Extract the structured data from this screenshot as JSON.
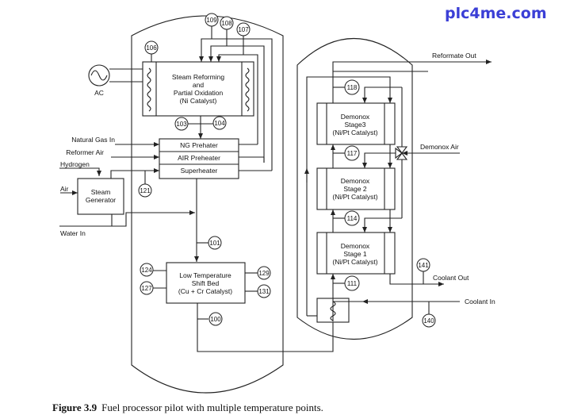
{
  "brand": "plc4me.com",
  "caption": {
    "figure_number": "Figure 3.9",
    "text": "Fuel processor pilot with multiple temperature points."
  },
  "components": {
    "reformer": [
      "Steam Reforming",
      "and",
      "Partial Oxidation",
      "(Ni Catalyst)"
    ],
    "ng_preheater": "NG Prehater",
    "air_preheater": "AIR Preheater",
    "superheater": "Superheater",
    "steam_generator": [
      "Steam",
      "Generator"
    ],
    "lts_bed": [
      "Low Temperature",
      "Shift Bed",
      "(Cu + Cr Catalyst)"
    ],
    "demonox3": [
      "Demonox",
      "Stage3",
      "(Ni/Pt Catalyst)"
    ],
    "demonox2": [
      "Demonox",
      "Stage 2",
      "(Ni/Pt Catalyst)"
    ],
    "demonox1": [
      "Demonox",
      "Stage 1",
      "(Ni/Pt Catalyst)"
    ],
    "ac_source": "AC"
  },
  "streams": {
    "natural_gas_in": "Natural Gas In",
    "reformer_air": "Reformer Air",
    "hydrogen": "Hydrogen",
    "air": "Air",
    "water_in": "Water In",
    "reformate_out": "Reformate Out",
    "demonox_air": "Demonox Air",
    "coolant_out": "Coolant Out",
    "coolant_in": "Coolant In"
  },
  "temperature_points": {
    "t100": "100",
    "t101": "101",
    "t103": "103",
    "t104": "104",
    "t106": "106",
    "t107": "107",
    "t108": "108",
    "t109": "109",
    "t111": "111",
    "t114": "114",
    "t117": "117",
    "t118": "118",
    "t121": "121",
    "t124": "124",
    "t127": "127",
    "t129": "129",
    "t131": "131",
    "t140": "140",
    "t141": "141"
  }
}
